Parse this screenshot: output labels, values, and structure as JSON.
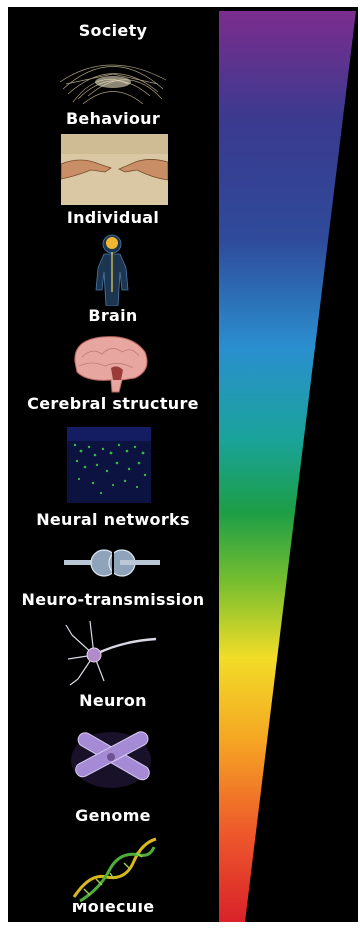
{
  "levels": [
    {
      "label": "Society",
      "icon": "society-network-icon"
    },
    {
      "label": "Behaviour",
      "icon": "hands-touching-icon"
    },
    {
      "label": "Individual",
      "icon": "human-body-icon"
    },
    {
      "label": "Brain",
      "icon": "brain-icon"
    },
    {
      "label": "Cerebral structure",
      "icon": "cortex-tissue-icon"
    },
    {
      "label": "Neural networks",
      "icon": "synapse-icon"
    },
    {
      "label": "Neuro-transmission",
      "icon": "neuron-cell-icon"
    },
    {
      "label": "Neuron",
      "icon": "chromosome-icon"
    },
    {
      "label": "Genome",
      "icon": "dna-helix-icon"
    },
    {
      "label": "Molecule",
      "icon": ""
    }
  ],
  "scale": {
    "colors": [
      "#7b2d8e",
      "#3a3a8f",
      "#2f4a9a",
      "#2a8fcf",
      "#1aa39a",
      "#1c9e47",
      "#7bbf2e",
      "#f2dd28",
      "#f5a623",
      "#ee5a2b",
      "#d9222a"
    ]
  }
}
